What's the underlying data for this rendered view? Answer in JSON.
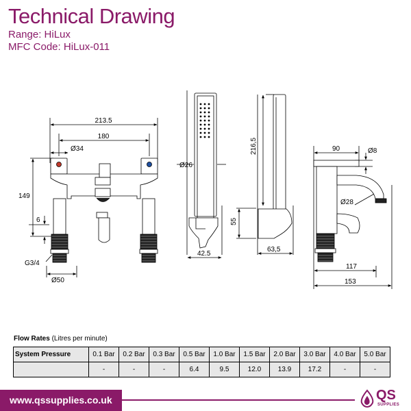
{
  "header": {
    "title": "Technical Drawing",
    "range_label": "Range: ",
    "range_value": "HiLux",
    "code_label": "MFC Code: ",
    "code_value": "HiLux-011"
  },
  "dimensions": {
    "d213_5": "213.5",
    "d180": "180",
    "d34": "Ø34",
    "d149": "149",
    "d6": "6",
    "g34": "G3/4",
    "d50": "Ø50",
    "d26": "Ø26",
    "d42_5": "42.5",
    "d216_5": "216,5",
    "d55": "55",
    "d63_5": "63,5",
    "d90": "90",
    "d8": "Ø8",
    "d28": "Ø28",
    "d117": "117",
    "d153": "153"
  },
  "flow": {
    "title_bold": "Flow Rates",
    "title_rest": " (Litres per minute)",
    "row_header": "System Pressure",
    "pressures": [
      "0.1 Bar",
      "0.2 Bar",
      "0.3 Bar",
      "0.5 Bar",
      "1.0 Bar",
      "1.5 Bar",
      "2.0 Bar",
      "3.0 Bar",
      "4.0 Bar",
      "5.0 Bar"
    ],
    "rates": [
      "-",
      "-",
      "-",
      "6.4",
      "9.5",
      "12.0",
      "13.9",
      "17.2",
      "-",
      "-"
    ]
  },
  "footer": {
    "url": "www.qssupplies.co.uk",
    "logo_text": "QS",
    "logo_sub": "SUPPLIES"
  },
  "colors": {
    "brand": "#8a1a68",
    "table_bg": "#e7e7e7"
  }
}
